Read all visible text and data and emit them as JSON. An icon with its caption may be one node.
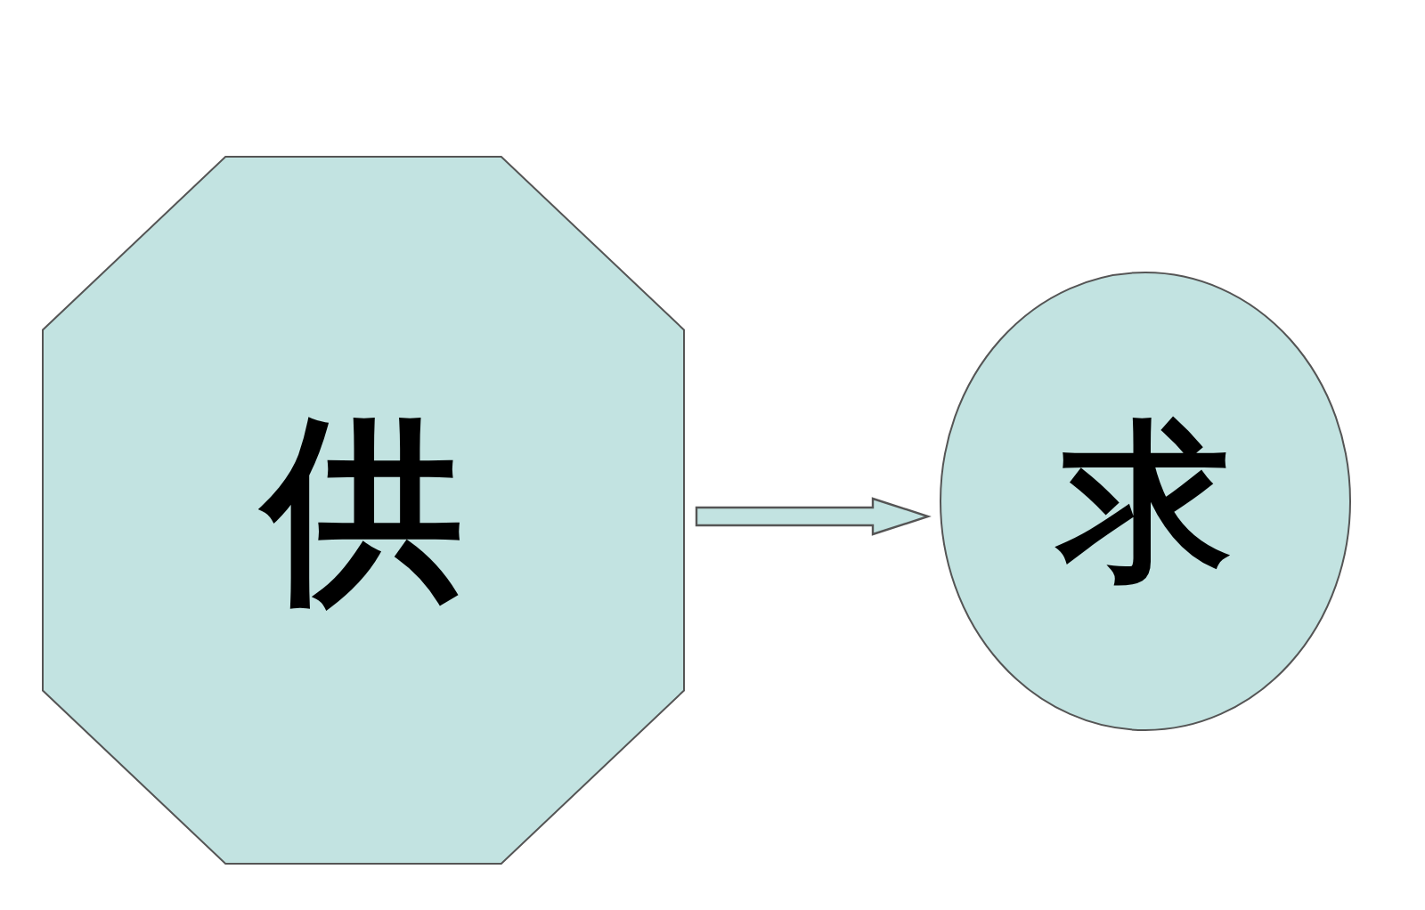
{
  "diagram": {
    "nodes": [
      {
        "text": [
          "供"
        ]
      },
      {
        "text": [
          "求"
        ]
      }
    ],
    "edges": [
      {
        "from": 0,
        "to": 1,
        "arrow": "to"
      }
    ]
  }
}
